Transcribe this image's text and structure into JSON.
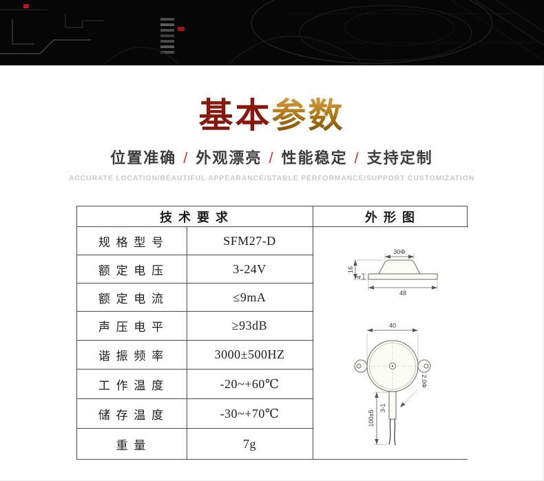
{
  "hero": {
    "title_part1": "基本",
    "title_part2": "参数",
    "separator": "/",
    "subtitle_items": [
      "位置准确",
      "外观漂亮",
      "性能稳定",
      "支持定制"
    ],
    "english_tagline": "ACCURATE LOCATION/BEAUTIFUL APPEARANCE/STABLE PERFORMANCE/SUPPORT CUSTOMIZATION"
  },
  "table": {
    "header_left": "技 术 要 求",
    "header_right": "外 形 图",
    "rows": [
      {
        "label": "规 格 型 号",
        "value": "SFM27-D"
      },
      {
        "label": "额 定 电 压",
        "value": "3-24V"
      },
      {
        "label": "额 定 电 流",
        "value": "≤9mA"
      },
      {
        "label": "声 压 电 平",
        "value": "≥93dB"
      },
      {
        "label": "谐 振 频 率",
        "value": "3000±500HZ"
      },
      {
        "label": "工 作 温 度",
        "value": "-20~+60℃"
      },
      {
        "label": "储 存 温 度",
        "value": "-30~+70℃"
      },
      {
        "label": "重 量",
        "value": "7g"
      }
    ],
    "drawing": {
      "dim_top_diameter": "30Φ",
      "dim_base_width": "48",
      "dim_total_height": "16",
      "dim_plate_thickness": "4",
      "dim_front_diameter": "40",
      "dim_wire_diameter": "2.0Φ",
      "dim_wire_length": "100±5",
      "dim_wire_note": "3-1"
    }
  },
  "colors": {
    "title_red": "#8a170b",
    "title_gold": "#a5720e",
    "slash_red": "#cf3a2b",
    "table_border": "#4a4a4a"
  }
}
